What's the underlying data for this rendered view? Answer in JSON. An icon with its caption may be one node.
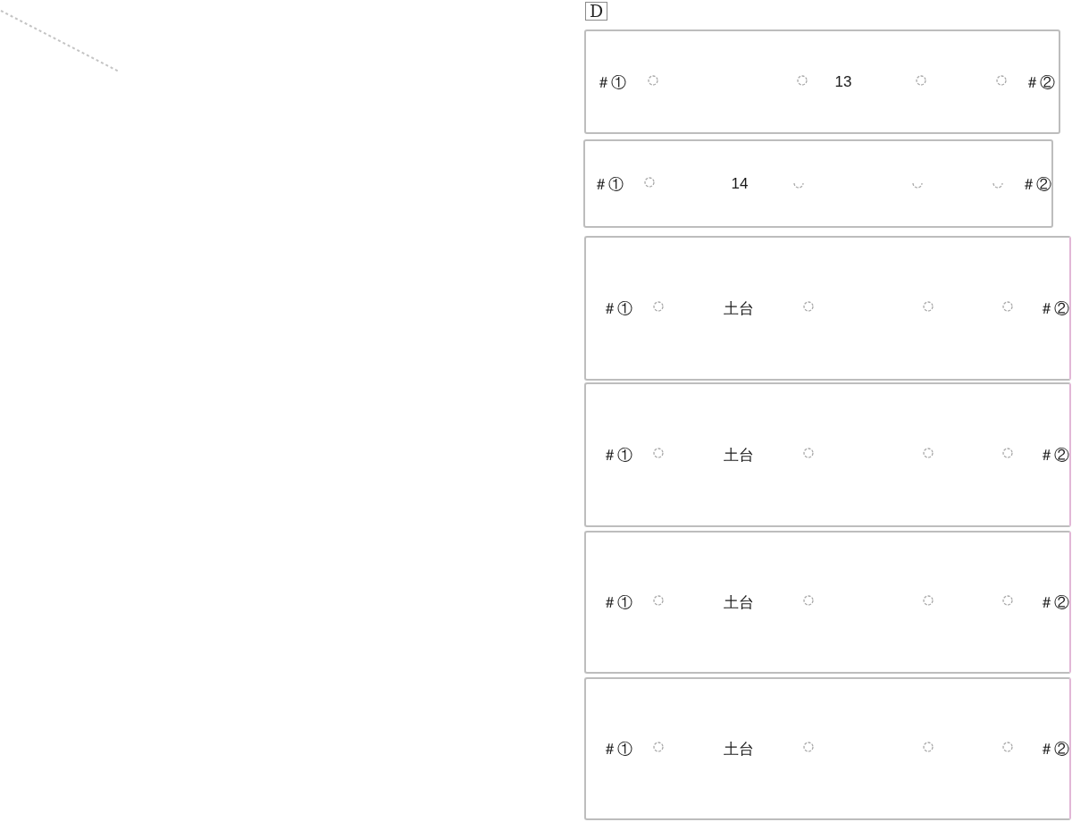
{
  "diagram": {
    "nodes": [
      {
        "text": [
          "D"
        ]
      },
      {
        "text": [
          "＃①",
          "13",
          "＃②"
        ]
      },
      {
        "text": [
          "＃①",
          "14",
          "＃②"
        ]
      },
      {
        "text": [
          "＃①",
          "土台",
          "＃②"
        ]
      },
      {
        "text": [
          "＃①",
          "土台",
          "＃②"
        ]
      },
      {
        "text": [
          "＃①",
          "土台",
          "＃②"
        ]
      },
      {
        "text": [
          "＃①",
          "土台",
          "＃②"
        ]
      }
    ]
  }
}
